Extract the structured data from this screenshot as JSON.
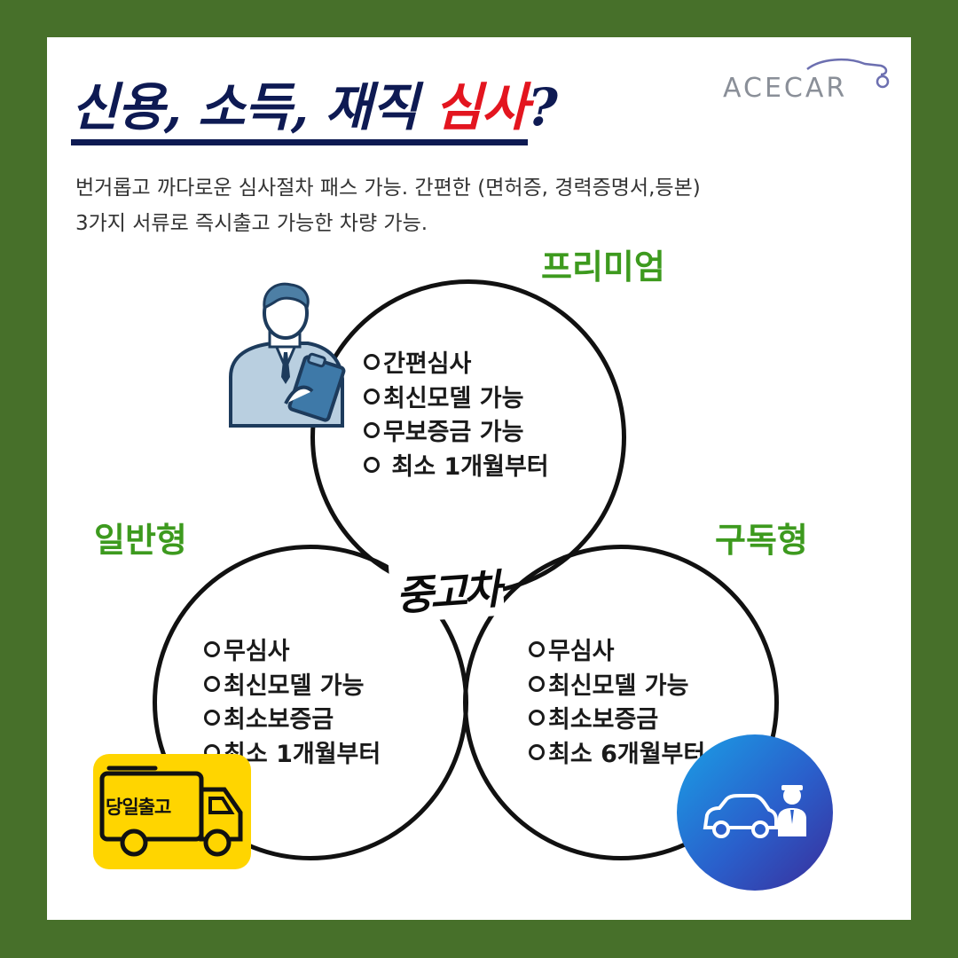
{
  "brand": {
    "logo_text": "ACECAR"
  },
  "headline": {
    "part1": "신용, 소득, 재직 ",
    "part2": "심사",
    "part3": "?"
  },
  "subtitle": {
    "line1": "번거롭고 까다로운 심사절차 패스 가능. 간편한 (면허증, 경력증명서,등본)",
    "line2": "3가지 서류로 즉시출고 가능한 차량 가능."
  },
  "labels": {
    "premium": "프리미엄",
    "general": "일반형",
    "subscribe": "구독형"
  },
  "center_text": "중고차",
  "premium_items": [
    "간편심사",
    "최신모델 가능",
    "무보증금 가능",
    " 최소 1개월부터"
  ],
  "general_items": [
    "무심사",
    "최신모델 가능",
    "최소보증금",
    "최소 1개월부터"
  ],
  "subscribe_items": [
    "무심사",
    "최신모델 가능",
    "최소보증금",
    "최소 6개월부터"
  ],
  "truck_badge": {
    "label": "당일출고"
  },
  "colors": {
    "frame": "#47702a",
    "headline": "#0e1a53",
    "accent": "#e3151f",
    "label_green": "#3d9a1e",
    "truck_yellow": "#ffd500"
  },
  "icons": [
    "businessman-clipboard-icon",
    "delivery-truck-icon",
    "car-service-person-icon"
  ]
}
